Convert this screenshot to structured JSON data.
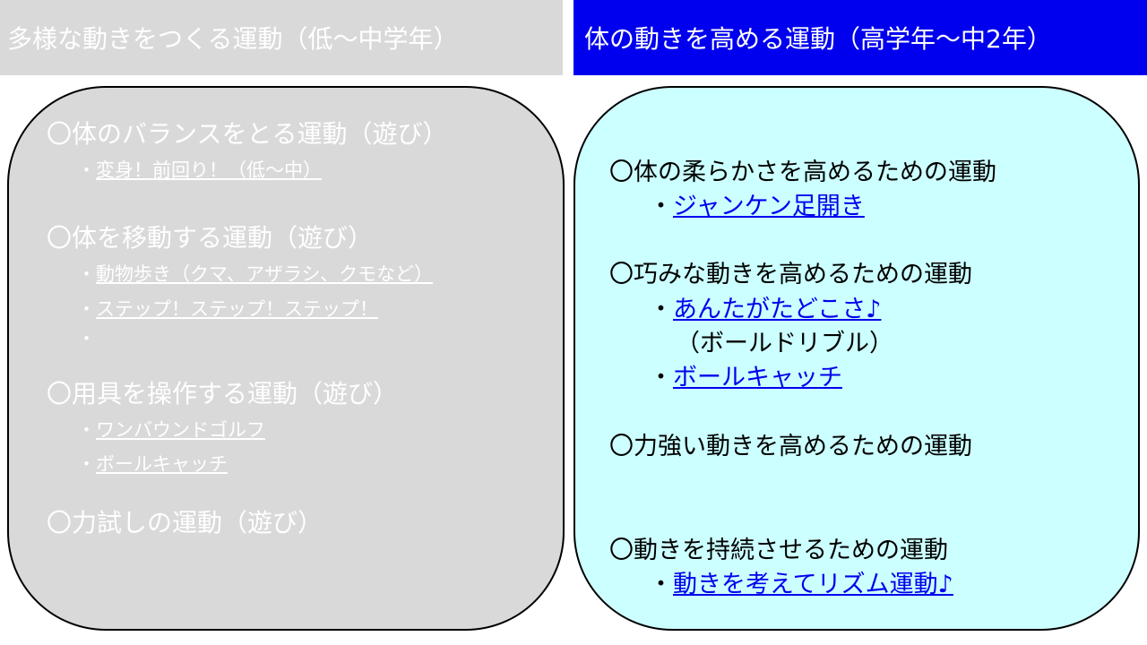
{
  "left_header": {
    "title": "多様な動きをつくる運動（低～中学年）"
  },
  "right_header": {
    "title": "体の動きを高める運動（高学年～中2年）"
  },
  "left_panel": {
    "section1": {
      "heading": "〇体のバランスをとる運動（遊び）",
      "items": [
        {
          "bullet": "・",
          "label": "変身！前回り！（低～中）"
        }
      ]
    },
    "section2": {
      "heading": "〇体を移動する運動（遊び）",
      "items": [
        {
          "bullet": "・",
          "label": "動物歩き（クマ、アザラシ、クモなど）"
        },
        {
          "bullet": "・",
          "label": "ステップ！ステップ！ステップ！"
        },
        {
          "bullet": "・",
          "label": ""
        }
      ]
    },
    "section3": {
      "heading": "〇用具を操作する運動（遊び）",
      "items": [
        {
          "bullet": "・",
          "label": "ワンバウンドゴルフ"
        },
        {
          "bullet": "・",
          "label": "ボールキャッチ"
        }
      ]
    },
    "section4": {
      "heading": "〇力試しの運動（遊び）"
    }
  },
  "right_panel": {
    "section1": {
      "heading": "〇体の柔らかさを高めるための運動",
      "items": [
        {
          "bullet": "・",
          "label": "ジャンケン足開き"
        }
      ]
    },
    "section2": {
      "heading": "〇巧みな動きを高めるための運動",
      "items": [
        {
          "bullet": "・",
          "label": "あんたがたどこさ♪",
          "sublabel": "（ボールドリブル）"
        },
        {
          "bullet": "・",
          "label": "ボールキャッチ"
        }
      ]
    },
    "section3": {
      "heading": "〇力強い動きを高めるための運動"
    },
    "section4": {
      "heading": "〇動きを持続させるための運動",
      "items": [
        {
          "bullet": "・",
          "label": "動きを考えてリズム運動♪"
        }
      ]
    }
  },
  "colors": {
    "left_header_bg": "#d9d9d9",
    "right_header_bg": "#0000ee",
    "left_panel_bg": "#d9d9d9",
    "right_panel_bg": "#ccffff",
    "link": "#0000ee"
  }
}
